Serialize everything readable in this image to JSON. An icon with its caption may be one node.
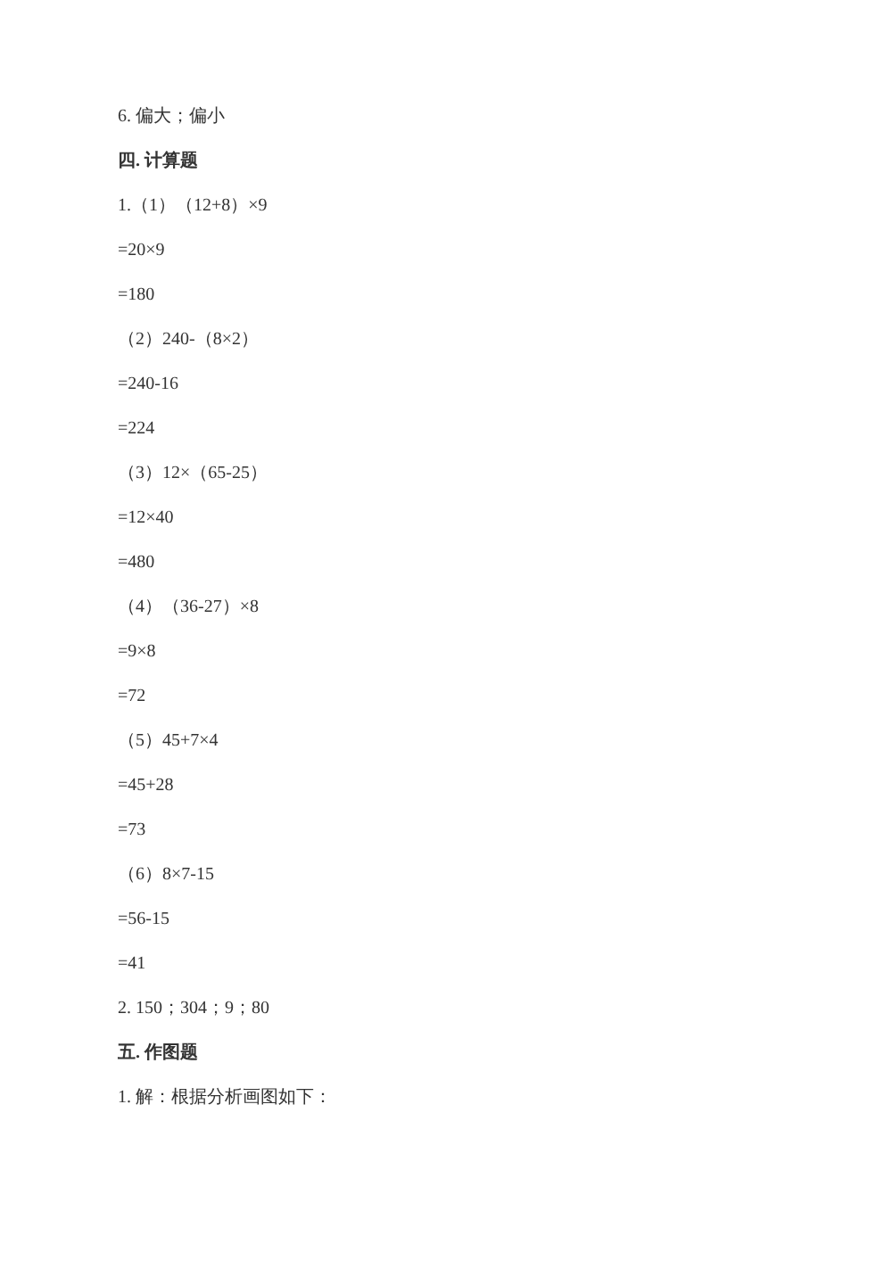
{
  "diagram": {
    "labels": [
      "6. 偏大；偏小",
      "四. 计算题",
      "1.（1）（12+8）×9",
      "=20×9",
      "=180",
      "（2）240-（8×2）",
      "=240-16",
      "=224",
      "（3）12×（65-25）",
      "=12×40",
      "=480",
      "（4）（36-27）×8",
      "=9×8",
      "=72",
      "（5）45+7×4",
      "=45+28",
      "=73",
      "（6）8×7-15",
      "=56-15",
      "=41",
      "2. 150；304；9；80",
      "五. 作图题",
      "1. 解：根据分析画图如下："
    ]
  }
}
